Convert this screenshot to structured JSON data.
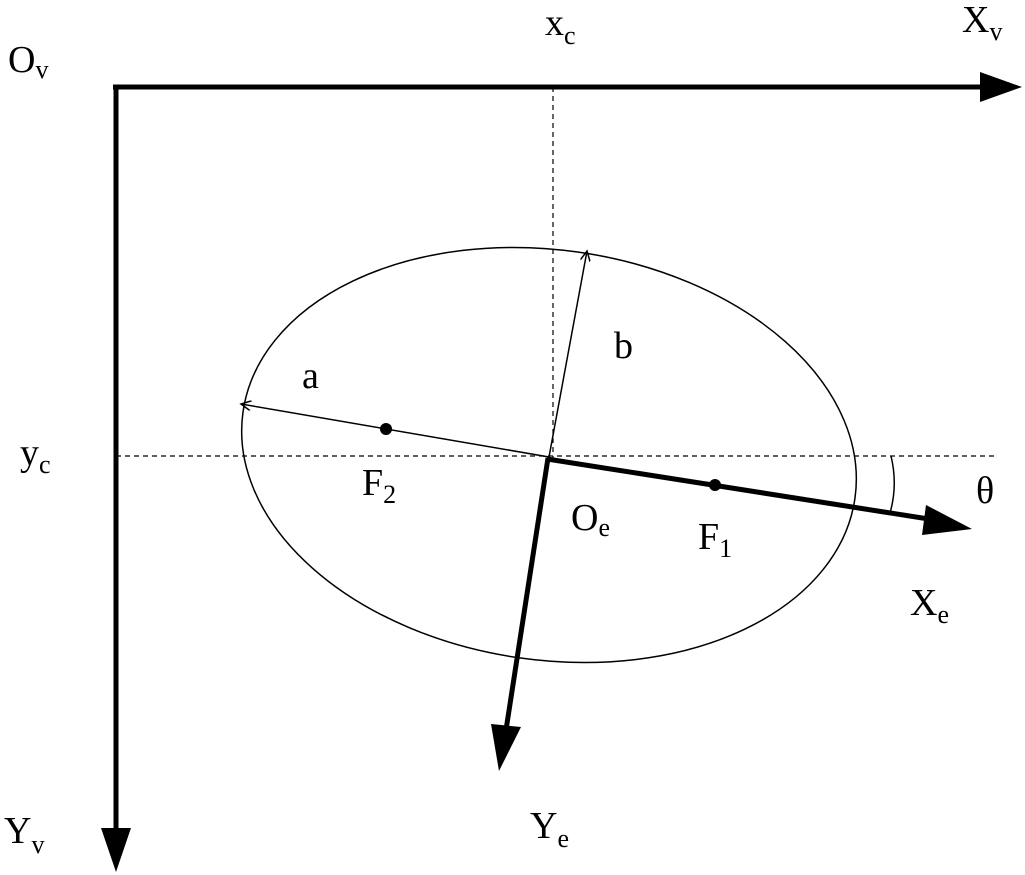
{
  "labels": {
    "origin_v": {
      "main": "O",
      "sub": "v"
    },
    "axis_xv": {
      "main": "X",
      "sub": "v"
    },
    "axis_yv": {
      "main": "Y",
      "sub": "v"
    },
    "xc": {
      "main": "x",
      "sub": "c"
    },
    "yc": {
      "main": "y",
      "sub": "c"
    },
    "semi_major": "a",
    "semi_minor": "b",
    "focus_2": {
      "main": "F",
      "sub": "2"
    },
    "focus_1": {
      "main": "F",
      "sub": "1"
    },
    "origin_e": {
      "main": "O",
      "sub": "e"
    },
    "axis_xe": {
      "main": "X",
      "sub": "e"
    },
    "axis_ye": {
      "main": "Y",
      "sub": "e"
    },
    "angle": "θ"
  },
  "colors": {
    "stroke": "#000000",
    "background": "#ffffff"
  }
}
